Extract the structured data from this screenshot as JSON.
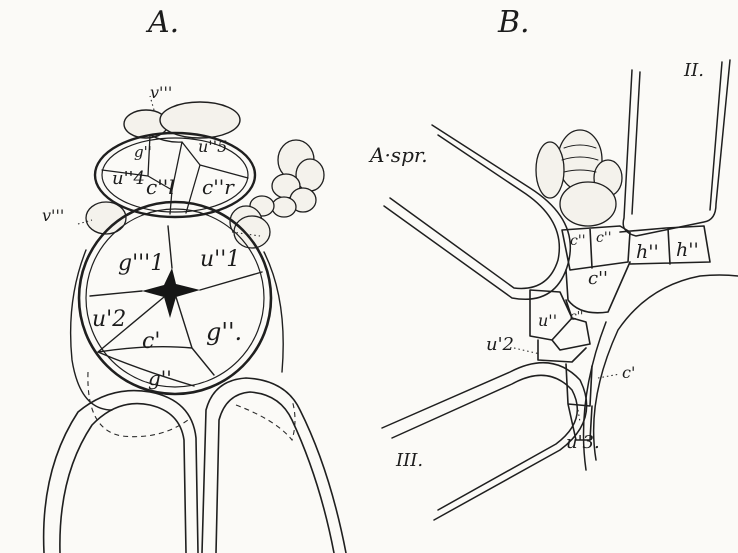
{
  "figure": {
    "panel_a": {
      "title": "A.",
      "labels": {
        "v_top": "v'''",
        "g_top": "g''",
        "u4": "u''4",
        "u5": "u''5",
        "cl": "c''l",
        "cr": "c''r",
        "v_left": "v'''",
        "g1": "g'''1",
        "u1": "u''1",
        "u2": "u'2",
        "c": "c'",
        "g_right": "g''.",
        "g_bottom": "g''"
      }
    },
    "panel_b": {
      "title": "B.",
      "labels": {
        "roman_ii": "II.",
        "a_spr": "A·spr.",
        "c_left": "c''",
        "c_right": "c''",
        "h_left": "h''",
        "h_right": "h''",
        "c_mid": "c''",
        "u": "u''",
        "c_side": "c''",
        "u2": "u'2",
        "c_prime": "c'",
        "roman_iii": "III.",
        "u3": "u'3."
      }
    }
  }
}
